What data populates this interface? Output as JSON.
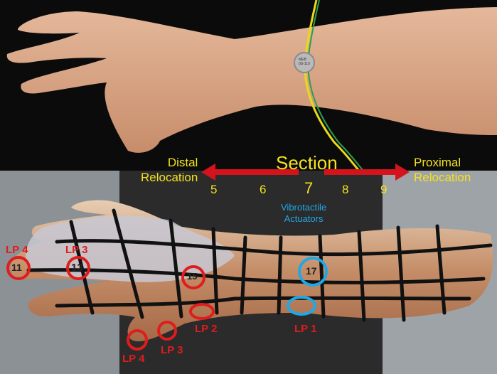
{
  "header": {
    "section_label": "Section",
    "distal_label": "Distal\nRelocation",
    "proximal_label": "Proximal\nRelocation",
    "section_numbers": [
      "5",
      "6",
      "7",
      "8",
      "9"
    ],
    "actuator_label": "Vibrotactile\nActuators"
  },
  "location_points": {
    "dorsal": [
      "LP 4",
      "LP 3",
      "LP 2",
      "LP 1"
    ],
    "lower": [
      "LP 4",
      "LP 3"
    ]
  },
  "markers": [
    "11",
    "13",
    "15",
    "17"
  ],
  "device_label": "MEB\n0S-110",
  "colors": {
    "label_yellow": "#f3e21f",
    "label_blue": "#1fa8e6",
    "circle_red": "#e01c1c",
    "circle_blue": "#1fa8e6",
    "arrow_red": "#d4141c"
  }
}
